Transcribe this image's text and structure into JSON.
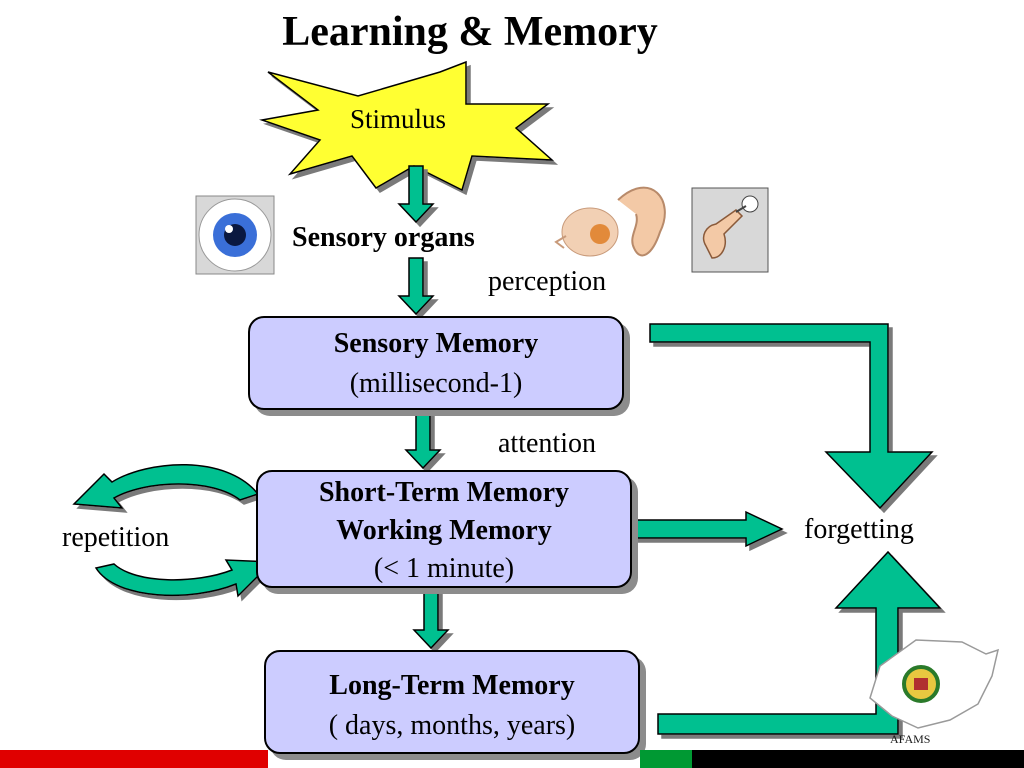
{
  "title": "Learning & Memory",
  "stimulus": "Stimulus",
  "sensory_organs": "Sensory organs",
  "labels": {
    "perception": "perception",
    "attention": "attention",
    "repetition": "repetition",
    "forgetting": "forgetting"
  },
  "sensory_memory": {
    "name": "Sensory Memory",
    "duration": "(millisecond-1)"
  },
  "short_term_memory": {
    "name": "Short-Term Memory",
    "alt_name": "Working Memory",
    "duration": "(< 1 minute)"
  },
  "long_term_memory": {
    "name": "Long-Term Memory",
    "duration": "( days, months, years)"
  },
  "logo_text": "AFAMS",
  "colors": {
    "arrow": "#00c090",
    "box_fill": "#ccccff",
    "star": "#ffff33",
    "bar_red": "#e00000",
    "bar_green": "#009933",
    "bar_black": "#000000"
  },
  "icons": [
    "eye-icon",
    "ear-icon",
    "hand-touch-icon",
    "afams-logo-icon"
  ]
}
